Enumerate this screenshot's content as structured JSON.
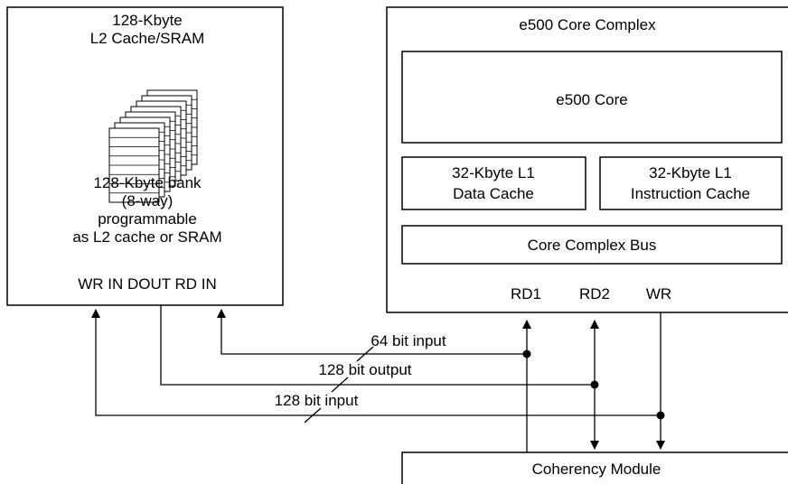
{
  "l2_block": {
    "title_line1": "128-Kbyte",
    "title_line2": "L2 Cache/SRAM",
    "desc_line1": "128-Kbyte bank",
    "desc_line2": "(8-way)",
    "desc_line3": "programmable",
    "desc_line4": "as L2 cache or SRAM",
    "ports": "WR IN DOUT RD IN"
  },
  "core_complex": {
    "title": "e500 Core Complex",
    "core": "e500 Core",
    "l1_data_line1": "32-Kbyte L1",
    "l1_data_line2": "Data Cache",
    "l1_instr_line1": "32-Kbyte L1",
    "l1_instr_line2": "Instruction Cache",
    "bus": "Core Complex Bus",
    "port_rd1": "RD1",
    "port_rd2": "RD2",
    "port_wr": "WR"
  },
  "connections": {
    "input64": "64 bit input",
    "output128": "128 bit output",
    "input128": "128 bit input"
  },
  "coherency": {
    "label": "Coherency Module"
  }
}
